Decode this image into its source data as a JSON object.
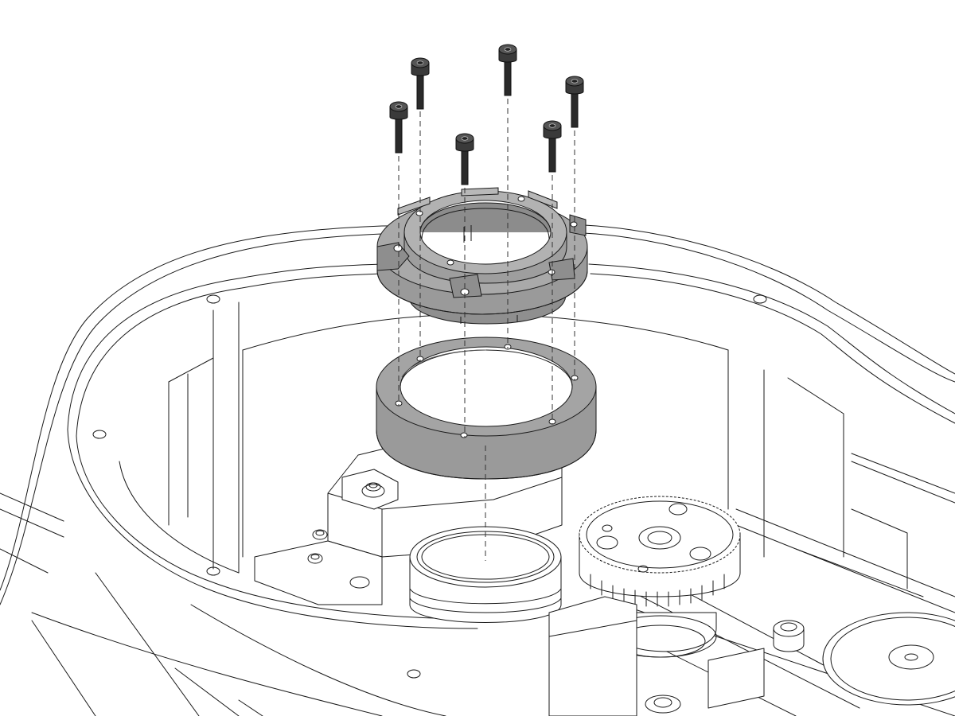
{
  "colors": {
    "background": "#ffffff",
    "line": "#1a1a1a",
    "part_fill": "#a0a0a0",
    "part_fill_dark": "#8a8a8a",
    "part_fill_light": "#b4b4b4",
    "screw": "#2a2a2a"
  },
  "parts": {
    "screws": 6,
    "upper_clamp_ring": 1,
    "lower_spacer_ring": 1
  }
}
